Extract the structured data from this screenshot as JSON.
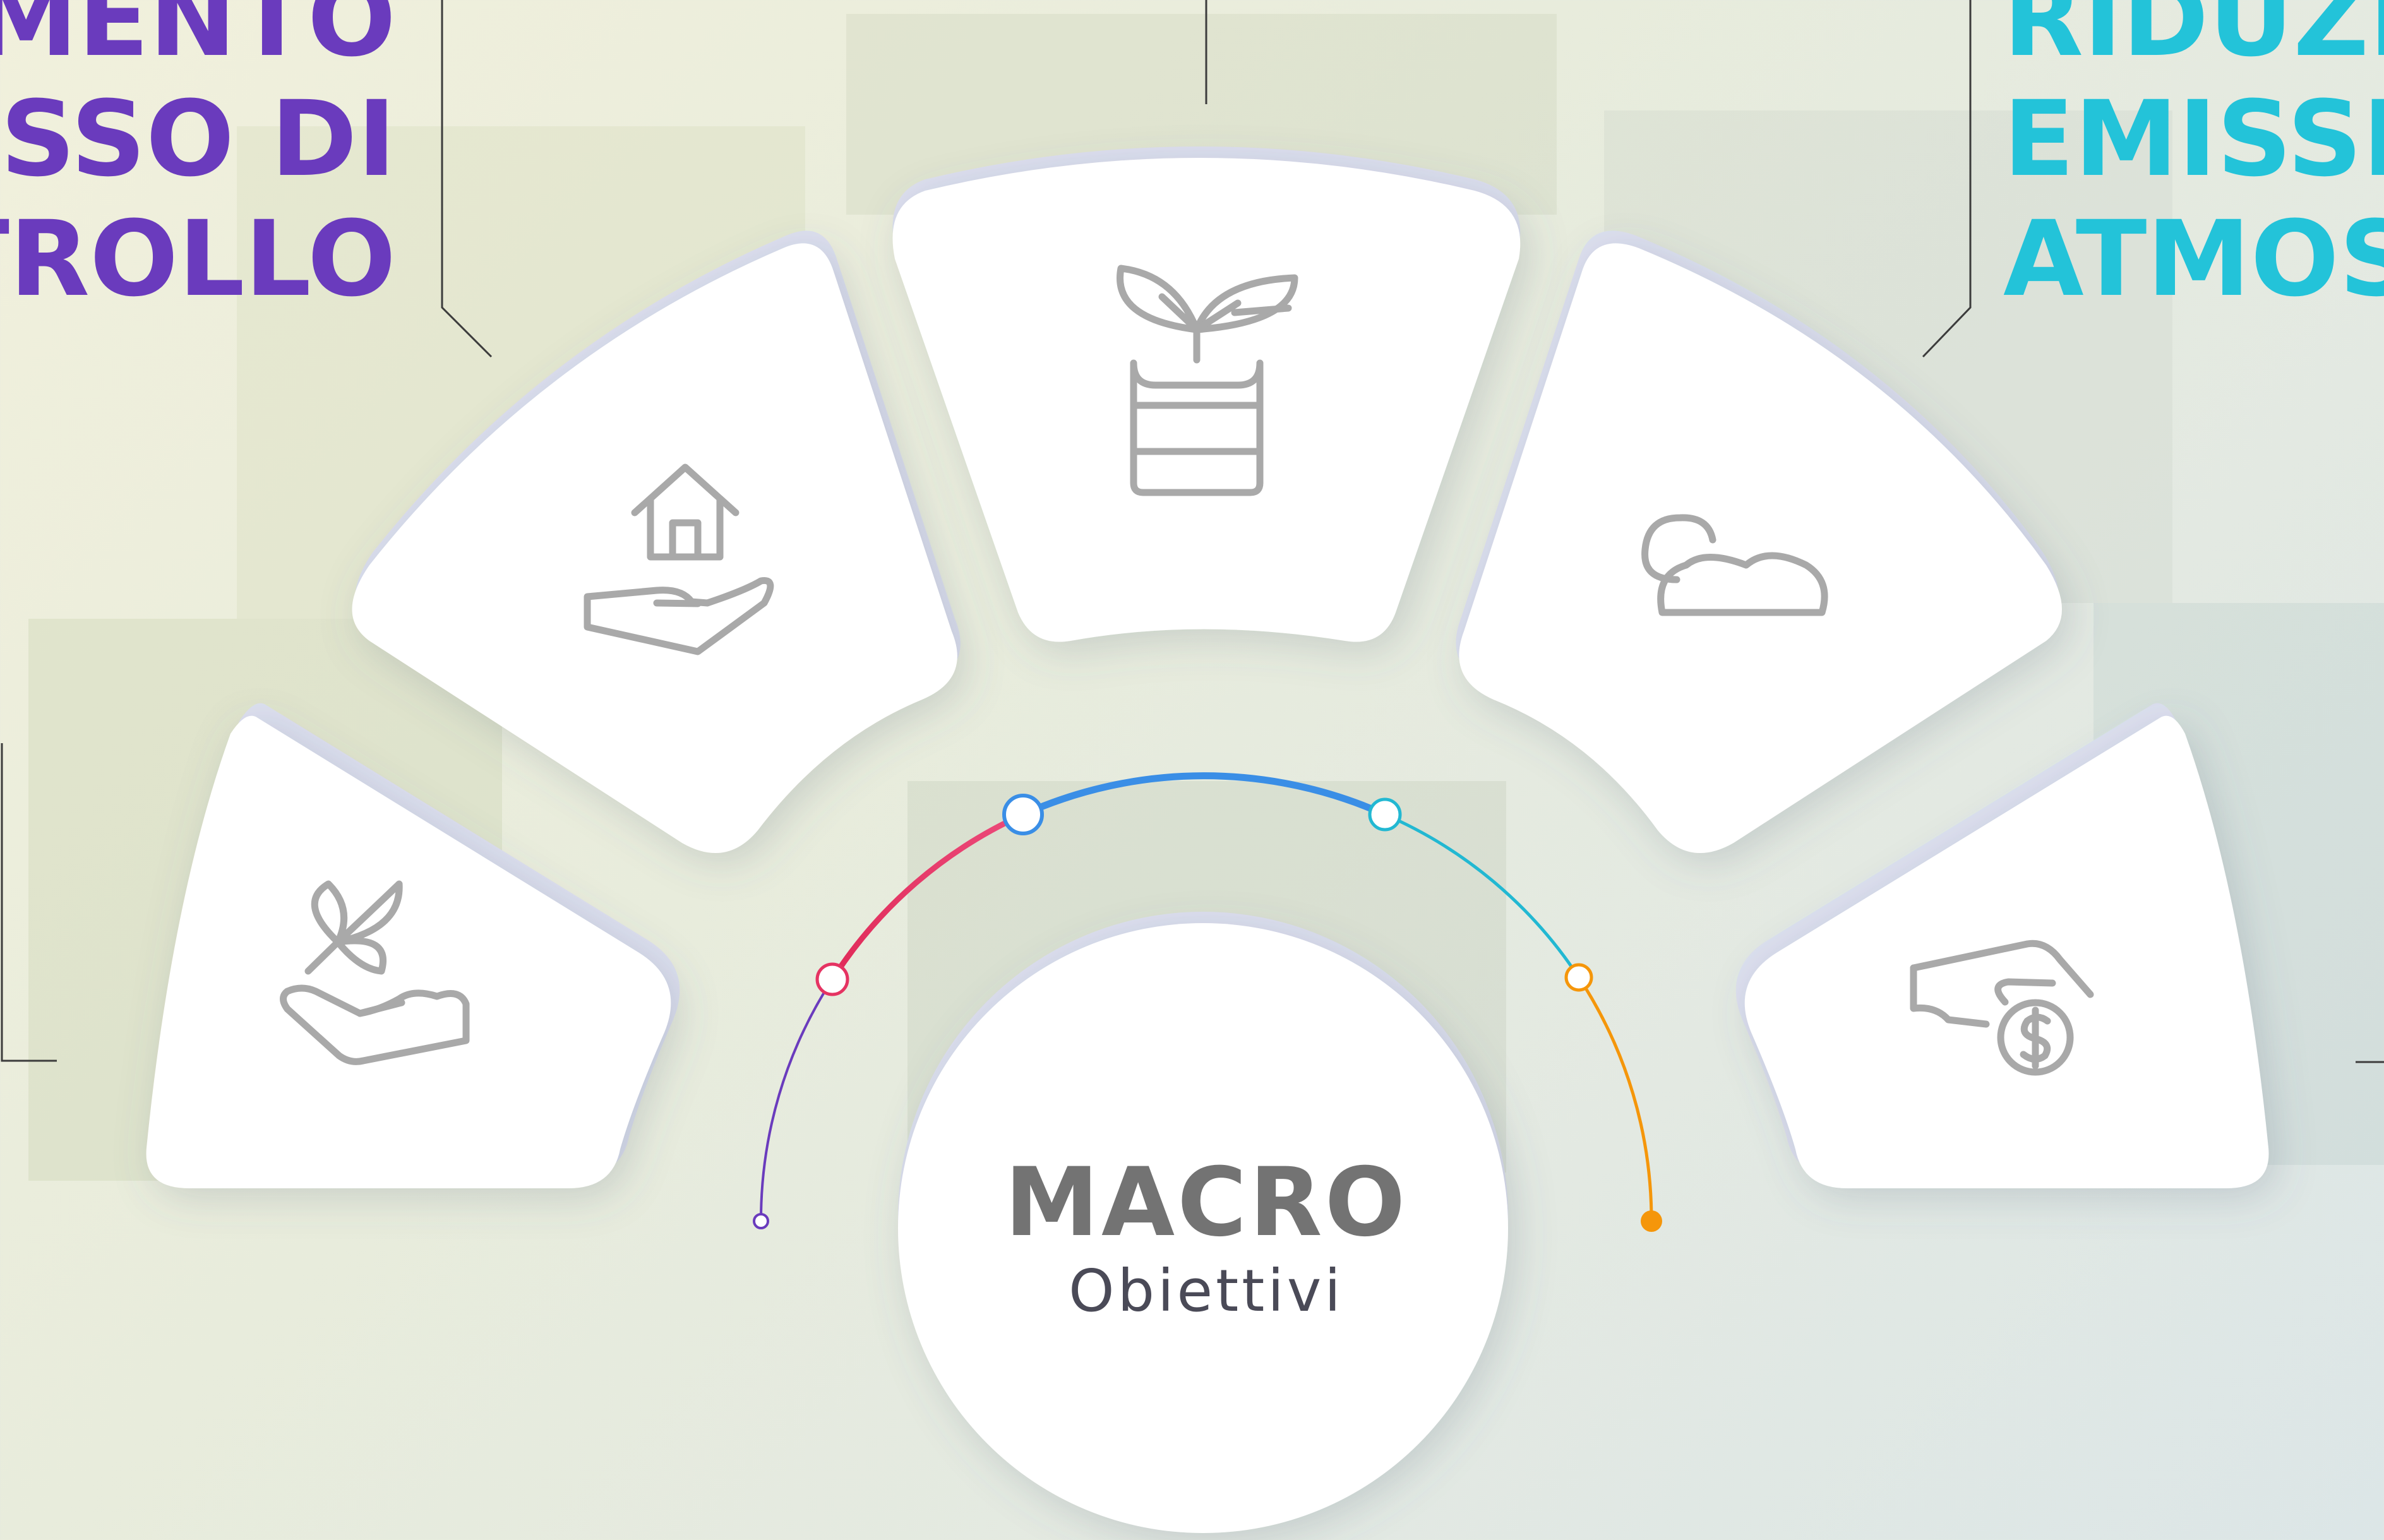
{
  "labels": {
    "left": "MENTO\nESSO DI\nTROLLO",
    "right": "RIDUZI\nEMISSIO\nATMOS"
  },
  "center": {
    "title": "MACRO",
    "subtitle": "Obiettivi"
  },
  "icons": [
    "hand-sprout-icon",
    "hand-house-icon",
    "potted-plant-icon",
    "cloud-sun-icon",
    "hand-coin-icon"
  ],
  "colors": {
    "label_left": "#6a3bbd",
    "label_right": "#23c3d9",
    "title": "#737373",
    "subtitle": "#4a4a57",
    "icon_stroke": "#a9a9a9",
    "arc_purple": "#6a3bbd",
    "arc_red": "#e53362",
    "arc_blue": "#3a8ee6",
    "arc_cyan": "#22b8d2",
    "arc_orange": "#f5960a"
  }
}
